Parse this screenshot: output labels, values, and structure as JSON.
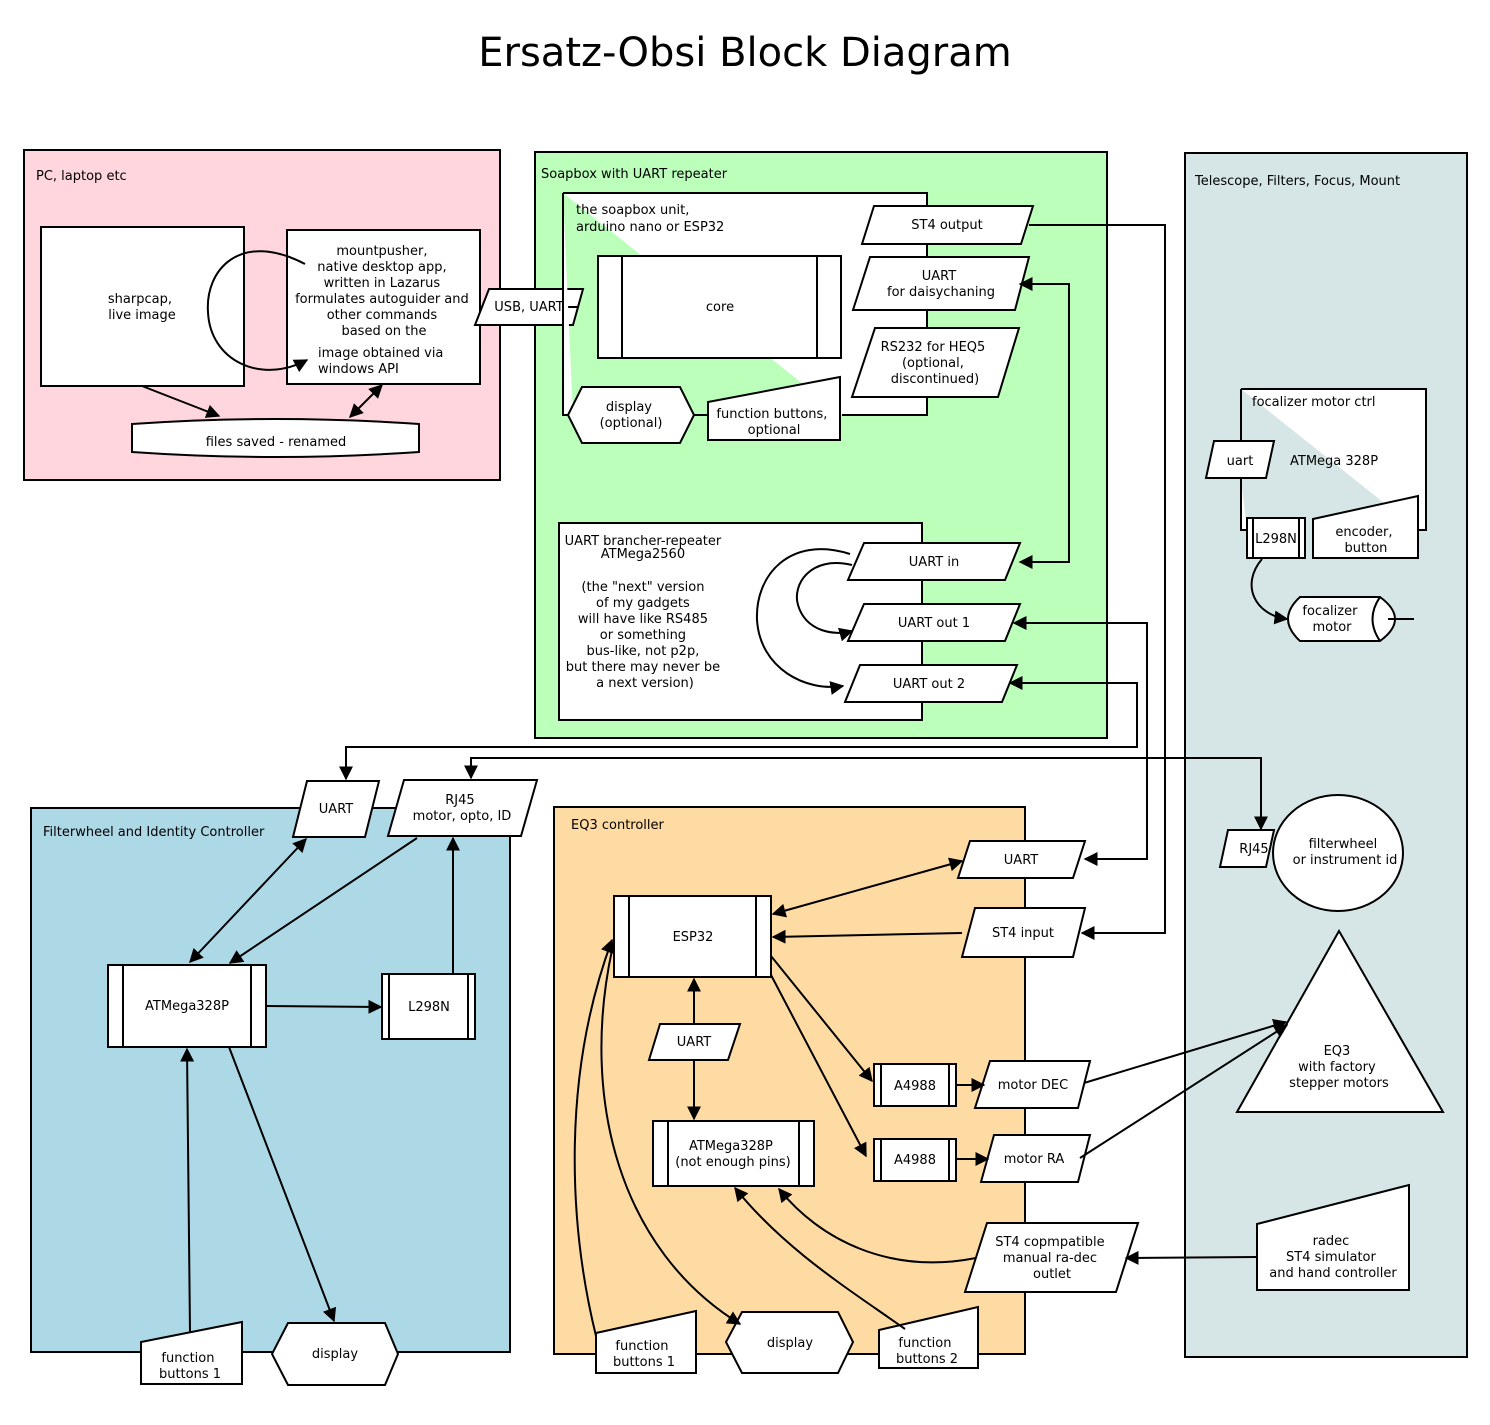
{
  "title": "Ersatz-Obsi Block Diagram",
  "colors": {
    "pc_panel": "#ffd6de",
    "soapbox_panel": "#bbffbb",
    "telescope_panel": "#d6e6e6",
    "filterwheel_panel": "#add8e6",
    "eq3_panel": "#ffdba4"
  },
  "groups": {
    "pc": "PC, laptop etc",
    "soapbox": "Soapbox with UART repeater",
    "telescope": "Telescope, Filters, Focus, Mount",
    "filterwheel": "Filterwheel and Identity Controller",
    "eq3": "EQ3 controller"
  },
  "pc": {
    "sharpcap": [
      "sharpcap,",
      "live image"
    ],
    "mountpusher": [
      "mountpusher,",
      "native desktop app,",
      "written in Lazarus",
      "formulates autoguider and",
      "other commands",
      "based on the"
    ],
    "mountpusher_tail": [
      "image obtained via",
      "windows API"
    ],
    "files": "files saved - renamed",
    "usb": "USB, UART"
  },
  "soapbox": {
    "unit": [
      "the soapbox unit,",
      "arduino nano or ESP32"
    ],
    "core": "core",
    "st4_output": "ST4 output",
    "uart_daisy": [
      "UART",
      "for daisychaning"
    ],
    "rs232": [
      "RS232 for HEQ5",
      "(optional,",
      "discontinued)"
    ],
    "display": [
      "display",
      "(optional)"
    ],
    "buttons": [
      "function buttons,",
      "optional"
    ],
    "brancher": [
      "UART brancher-repeater",
      "ATMega2560",
      "",
      "(the \"next\" version",
      "of my gadgets",
      "will have like RS485",
      "or something",
      "bus-like, not p2p,",
      "but there may never be",
      "a next version)"
    ],
    "uart_in": "UART in",
    "uart_out1": "UART out 1",
    "uart_out2": "UART out 2"
  },
  "telescope": {
    "focalizer_ctrl": "focalizer motor ctrl",
    "atmega": "ATMega 328P",
    "uart": "uart",
    "l298n": "L298N",
    "encoder": [
      "encoder,",
      "button"
    ],
    "focalizer_motor": [
      "focalizer",
      "motor"
    ],
    "rj45": "RJ45",
    "filterwheel": [
      "filterwheel",
      "or instrument id"
    ],
    "eq3": [
      "EQ3",
      "with factory",
      "stepper motors"
    ],
    "radec": [
      "radec",
      "ST4 simulator",
      "and hand controller"
    ]
  },
  "filterwheel": {
    "uart": "UART",
    "rj45": [
      "RJ45",
      "motor, opto, ID"
    ],
    "atmega": "ATMega328P",
    "l298n": "L298N",
    "buttons": [
      "function",
      "buttons 1"
    ],
    "display": "display"
  },
  "eq3": {
    "uart_top": "UART",
    "st4_input": "ST4 input",
    "esp32": "ESP32",
    "uart_mid": "UART",
    "atmega": [
      "ATMega328P",
      "(not enough pins)"
    ],
    "a4988_1": "A4988",
    "a4988_2": "A4988",
    "motor_dec": "motor DEC",
    "motor_ra": "motor RA",
    "st4_manual": [
      "ST4 copmpatible",
      "manual ra-dec",
      "outlet"
    ],
    "buttons1": [
      "function",
      "buttons 1"
    ],
    "display": "display",
    "buttons2": [
      "function",
      "buttons 2"
    ]
  }
}
